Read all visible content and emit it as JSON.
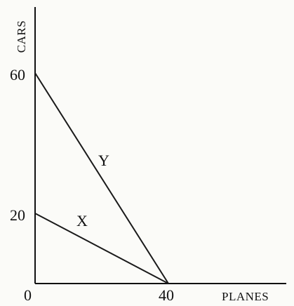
{
  "chart_data": {
    "type": "line",
    "title": "",
    "xlabel": "PLANES",
    "ylabel": "CARS",
    "xlim": [
      0,
      40
    ],
    "ylim": [
      0,
      60
    ],
    "x_ticks": [
      0,
      40
    ],
    "y_ticks": [
      20,
      60
    ],
    "grid": false,
    "legend": "none",
    "series": [
      {
        "name": "X",
        "points": [
          [
            0,
            20
          ],
          [
            40,
            0
          ]
        ]
      },
      {
        "name": "Y",
        "points": [
          [
            0,
            60
          ],
          [
            40,
            0
          ]
        ]
      }
    ]
  }
}
